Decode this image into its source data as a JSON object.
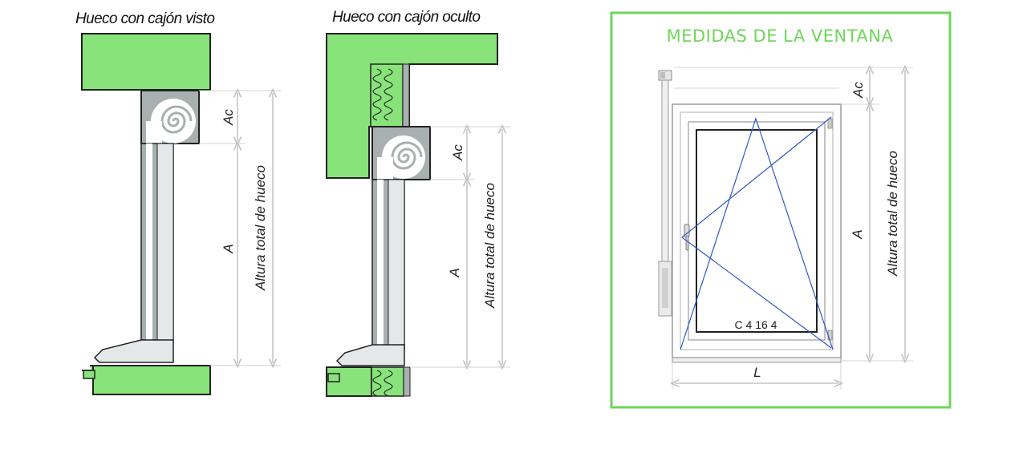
{
  "colors": {
    "wall_green": "#88e47a",
    "frame_green": "#6ed65a",
    "box_gray": "#a8b0b0",
    "dim_gray": "#c6c6c6",
    "outline": "#222222",
    "sash_blue": "#2b58c6"
  },
  "left_diagram": {
    "caption": "Hueco con cajón visto",
    "ac_label": "Ac",
    "a_label": "A",
    "total_label": "Altura total de hueco"
  },
  "middle_diagram": {
    "caption": "Hueco con cajón oculto",
    "ac_label": "Ac",
    "a_label": "A",
    "total_label": "Altura total de hueco"
  },
  "right_panel": {
    "title": "MEDIDAS DE LA VENTANA",
    "glass_code": "C 4 16 4",
    "ac_label": "Ac",
    "a_label": "A",
    "total_label": "Altura total de hueco",
    "width_label": "L"
  },
  "icons": [
    "roller-spiral-icon",
    "window-handle-icon"
  ]
}
